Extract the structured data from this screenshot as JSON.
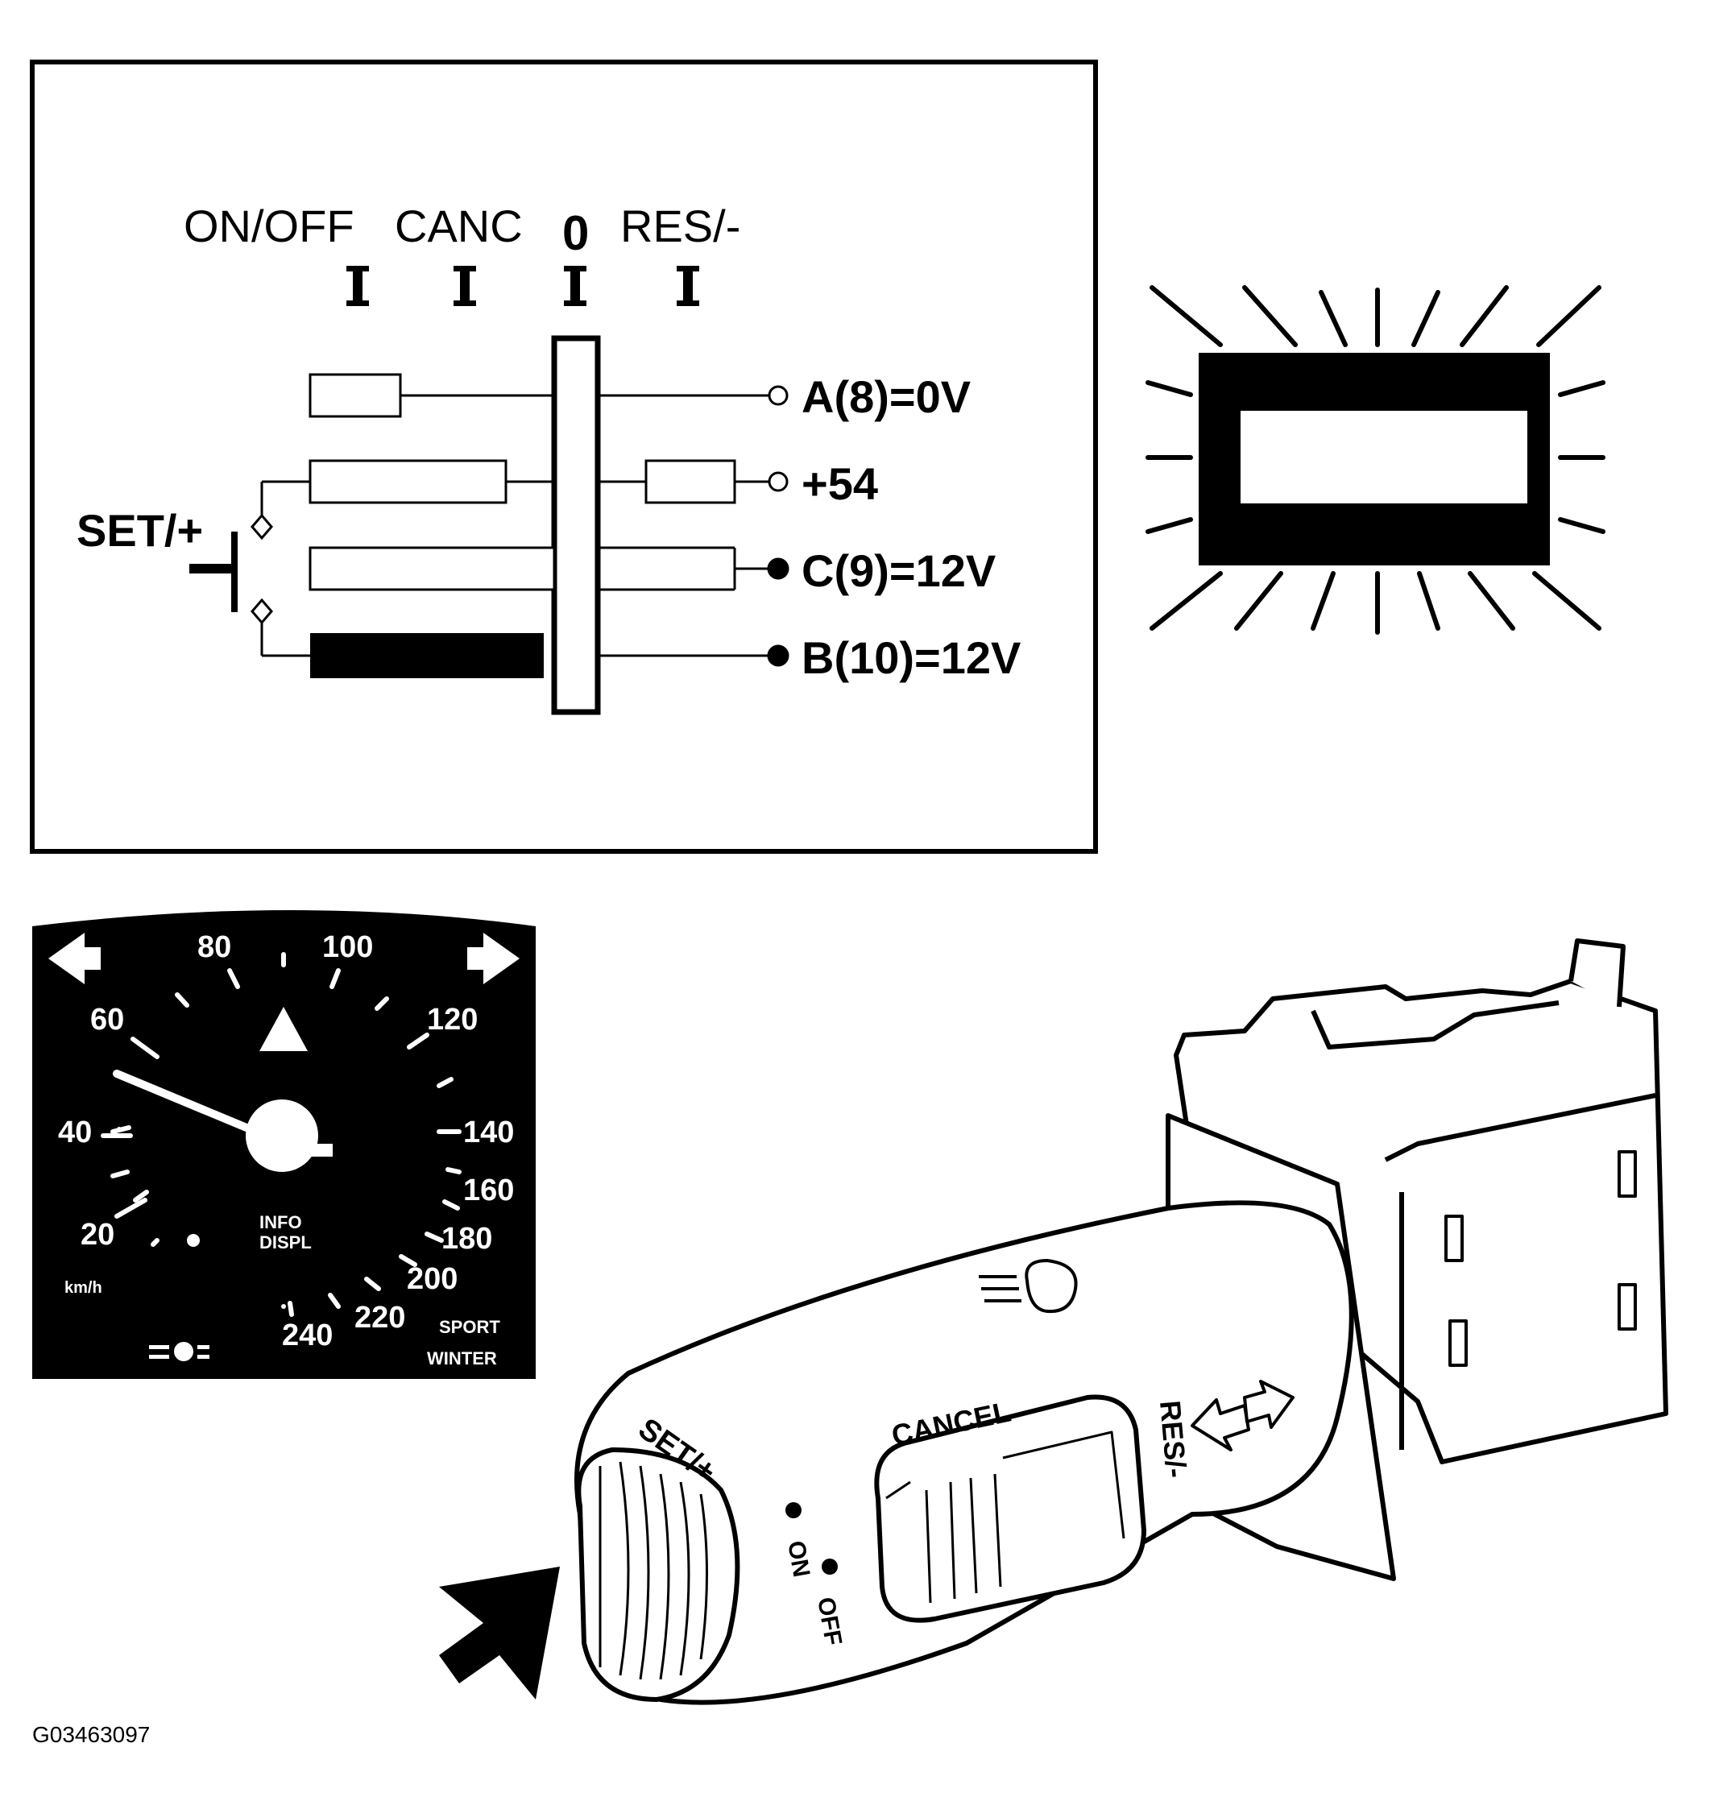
{
  "schematic": {
    "positions": [
      "ON/OFF",
      "CANC",
      "0",
      "RES/-"
    ],
    "button_label": "SET/+",
    "terminals": [
      "A(8)=0V",
      "+54",
      "C(9)=12V",
      "B(10)=12V"
    ]
  },
  "speedometer": {
    "scale": [
      "20",
      "40",
      "60",
      "80",
      "100",
      "120",
      "140",
      "160",
      "180",
      "200",
      "220",
      "240"
    ],
    "unit": "km/h",
    "info": [
      "INFO",
      "DISPL"
    ],
    "modes": [
      "SPORT",
      "WINTER"
    ]
  },
  "stalk": {
    "set": "SET/+",
    "cancel": "CANCEL",
    "res": "RES/-",
    "on": "ON",
    "off": "OFF"
  },
  "figure_code": "G03463097"
}
